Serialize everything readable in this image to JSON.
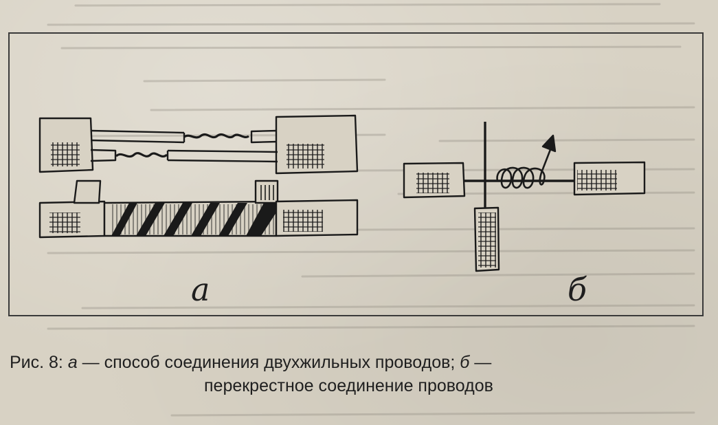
{
  "figure": {
    "label_a": "а",
    "label_b": "б"
  },
  "caption": {
    "prefix": "Рис. 8: ",
    "a_letter": "а",
    "a_text": " — способ соединения двухжильных проводов; ",
    "b_letter": "б",
    "b_text_line1": " —",
    "b_text_line2": "перекрестное соединение проводов"
  }
}
